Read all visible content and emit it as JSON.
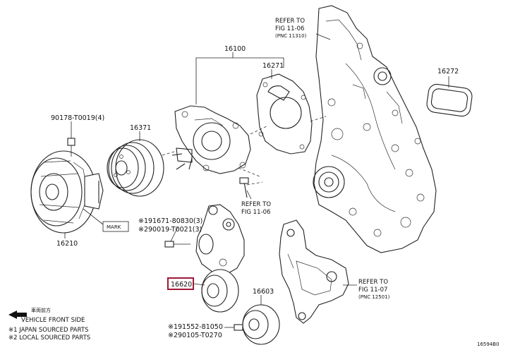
{
  "parts": {
    "p16100": "16100",
    "p16271": "16271",
    "p16272": "16272",
    "p16371": "16371",
    "p16210": "16210",
    "p16620": "16620",
    "p16603": "16603",
    "p90178": "90178-T0019(4)",
    "p191671": "※191671-80830(3)",
    "p290019": "※290019-T0021(3)",
    "p191552": "※191552-81050",
    "p290105": "※290105-T0270"
  },
  "refs": {
    "top": {
      "line1": "REFER TO",
      "line2": "FIG 11-06",
      "line3": "(PNC 11310)"
    },
    "mid": {
      "line1": "REFER TO",
      "line2": "FIG 11-06"
    },
    "right": {
      "line1": "REFER TO",
      "line2": "FIG 11-07",
      "line3": "(PNC 12501)"
    }
  },
  "mark": "MARK",
  "legend": {
    "front_jp": "車両前方",
    "front_en": "VEHICLE FRONT SIDE",
    "note1": "※1 JAPAN SOURCED PARTS",
    "note2": "※2 LOCAL SOURCED PARTS"
  },
  "figure_code": "16594B0",
  "highlight_color": "#a0183a"
}
